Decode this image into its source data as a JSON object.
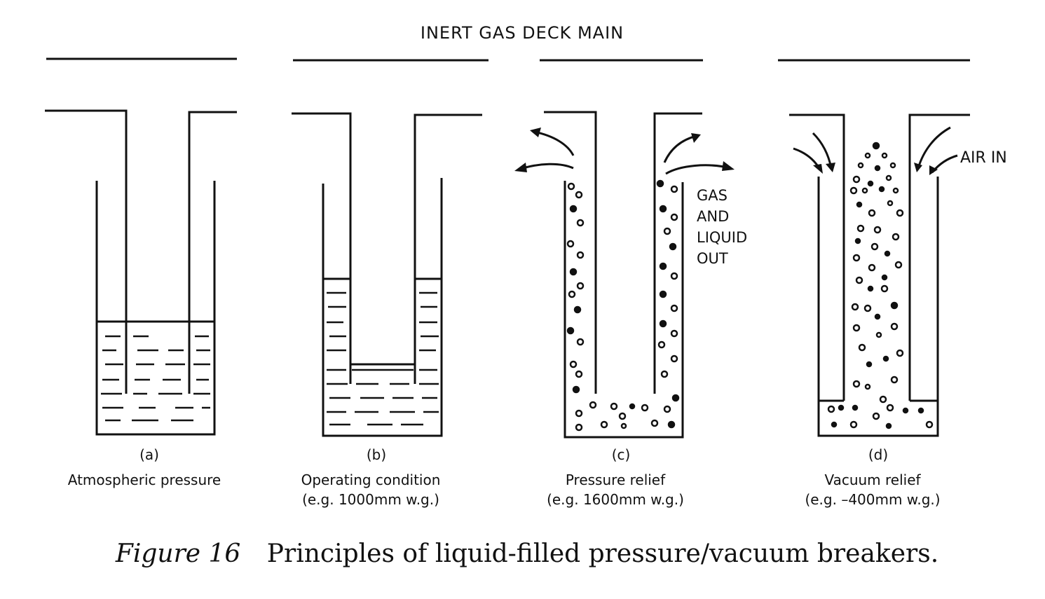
{
  "header": {
    "title": "INERT GAS DECK MAIN"
  },
  "panels": [
    {
      "id": "a",
      "label": "(a)",
      "title": "Atmospheric pressure",
      "subtitle": ""
    },
    {
      "id": "b",
      "label": "(b)",
      "title": "Operating condition",
      "subtitle": "(e.g. 1000mm w.g.)"
    },
    {
      "id": "c",
      "label": "(c)",
      "title": "Pressure relief",
      "subtitle": "(e.g. 1600mm w.g.)"
    },
    {
      "id": "d",
      "label": "(d)",
      "title": "Vacuum relief",
      "subtitle": "(e.g. –400mm w.g.)"
    }
  ],
  "annotations": {
    "gas_out": [
      "GAS",
      "AND",
      "LIQUID",
      "OUT"
    ],
    "air_in": "AIR IN"
  },
  "caption": {
    "figure": "Figure 16",
    "text": "Principles of liquid-filled pressure/vacuum breakers."
  },
  "colors": {
    "ink": "#111111",
    "background": "#ffffff"
  }
}
